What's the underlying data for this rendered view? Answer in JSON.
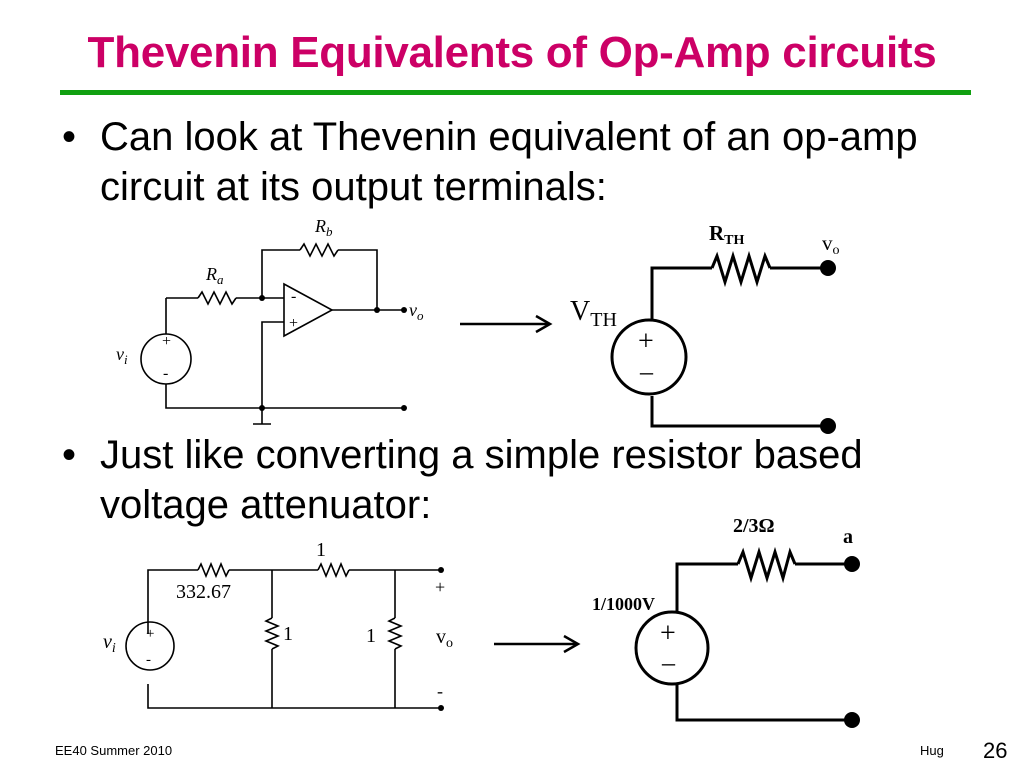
{
  "slide": {
    "title": "Thevenin Equivalents of Op-Amp circuits",
    "bullets": [
      "Can look at Thevenin equivalent of an op-amp circuit at its output terminals:",
      "Just like converting a simple resistor based voltage attenuator:"
    ],
    "bullet_symbol": "•",
    "footer_left": "EE40 Summer 2010",
    "footer_author": "Hug",
    "page_number": "26"
  },
  "opamp_circuit": {
    "rb_main": "R",
    "rb_sub": "b",
    "ra_main": "R",
    "ra_sub": "a",
    "vi_main": "v",
    "vi_sub": "i",
    "vo_main": "v",
    "vo_sub": "o",
    "minus": "-",
    "plus": "+",
    "src_plus": "+",
    "src_minus": "-"
  },
  "thevenin_1": {
    "rth_main": "R",
    "rth_sub": "TH",
    "vth_main": "V",
    "vth_sub": "TH",
    "vo_main": "v",
    "vo_sub": "o",
    "src_plus": "+",
    "src_minus": "–"
  },
  "attenuator_circuit": {
    "r_series_top": "1",
    "r_series_left": "332.67",
    "r_shunt_1": "1",
    "r_shunt_2": "1",
    "vi_main": "v",
    "vi_sub": "i",
    "vo_main": "v",
    "vo_sub": "o",
    "out_plus": "+",
    "out_minus": "-",
    "src_plus": "+",
    "src_minus": "-"
  },
  "thevenin_2": {
    "r_label": "2/3Ω",
    "v_label": "1/1000V",
    "terminal_label": "a",
    "src_plus": "+",
    "src_minus": "–"
  }
}
